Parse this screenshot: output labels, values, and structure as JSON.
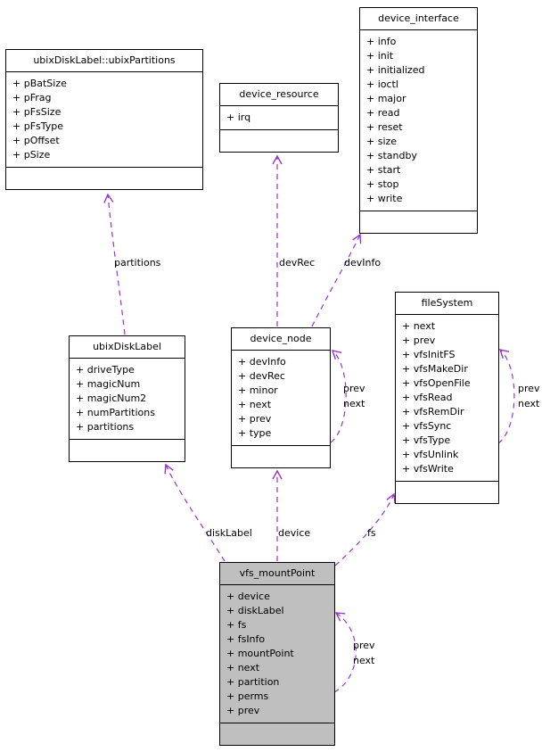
{
  "diagram": {
    "type": "uml-collaboration-diagram",
    "background": "#ffffff",
    "edge_color": "#9a32cd",
    "node_border_color": "#000000",
    "node_fill": "#ffffff",
    "highlight_fill": "#bfbfbf",
    "text_color": "#000000"
  },
  "classes": [
    {
      "id": "ubixPartitions",
      "name": "ubixDiskLabel::ubixPartitions",
      "members": [
        "+ pBatSize",
        "+ pFrag",
        "+ pFsSize",
        "+ pFsType",
        "+ pOffset",
        "+ pSize"
      ],
      "highlighted": false
    },
    {
      "id": "device_resource",
      "name": "device_resource",
      "members": [
        "+ irq"
      ],
      "highlighted": false
    },
    {
      "id": "device_interface",
      "name": "device_interface",
      "members": [
        "+ info",
        "+ init",
        "+ initialized",
        "+ ioctl",
        "+ major",
        "+ read",
        "+ reset",
        "+ size",
        "+ standby",
        "+ start",
        "+ stop",
        "+ write"
      ],
      "highlighted": false
    },
    {
      "id": "ubixDiskLabel",
      "name": "ubixDiskLabel",
      "members": [
        "+ driveType",
        "+ magicNum",
        "+ magicNum2",
        "+ numPartitions",
        "+ partitions"
      ],
      "highlighted": false
    },
    {
      "id": "device_node",
      "name": "device_node",
      "members": [
        "+ devInfo",
        "+ devRec",
        "+ minor",
        "+ next",
        "+ prev",
        "+ type"
      ],
      "highlighted": false
    },
    {
      "id": "fileSystem",
      "name": "fileSystem",
      "members": [
        "+ next",
        "+ prev",
        "+ vfsInitFS",
        "+ vfsMakeDir",
        "+ vfsOpenFile",
        "+ vfsRead",
        "+ vfsRemDir",
        "+ vfsSync",
        "+ vfsType",
        "+ vfsUnlink",
        "+ vfsWrite"
      ],
      "highlighted": false
    },
    {
      "id": "vfs_mountPoint",
      "name": "vfs_mountPoint",
      "members": [
        "+ device",
        "+ diskLabel",
        "+ fs",
        "+ fsInfo",
        "+ mountPoint",
        "+ next",
        "+ partition",
        "+ perms",
        "+ prev"
      ],
      "highlighted": true
    }
  ],
  "edges": [
    {
      "id": "partitions",
      "from": "ubixDiskLabel",
      "to": "ubixDiskLabel::ubixPartitions",
      "lines": [
        "partitions"
      ]
    },
    {
      "id": "devRec",
      "from": "device_node",
      "to": "device_resource",
      "lines": [
        "devRec"
      ]
    },
    {
      "id": "devInfo",
      "from": "device_node",
      "to": "device_interface",
      "lines": [
        "devInfo"
      ]
    },
    {
      "id": "device_node_self",
      "from": "device_node",
      "to": "device_node",
      "lines": [
        "prev",
        "next"
      ]
    },
    {
      "id": "fileSystem_self",
      "from": "fileSystem",
      "to": "fileSystem",
      "lines": [
        "prev",
        "next"
      ]
    },
    {
      "id": "diskLabel",
      "from": "vfs_mountPoint",
      "to": "ubixDiskLabel",
      "lines": [
        "diskLabel"
      ]
    },
    {
      "id": "device",
      "from": "vfs_mountPoint",
      "to": "device_node",
      "lines": [
        "device"
      ]
    },
    {
      "id": "fs",
      "from": "vfs_mountPoint",
      "to": "fileSystem",
      "lines": [
        "fs"
      ]
    },
    {
      "id": "vfs_mountPoint_self",
      "from": "vfs_mountPoint",
      "to": "vfs_mountPoint",
      "lines": [
        "prev",
        "next"
      ]
    }
  ]
}
